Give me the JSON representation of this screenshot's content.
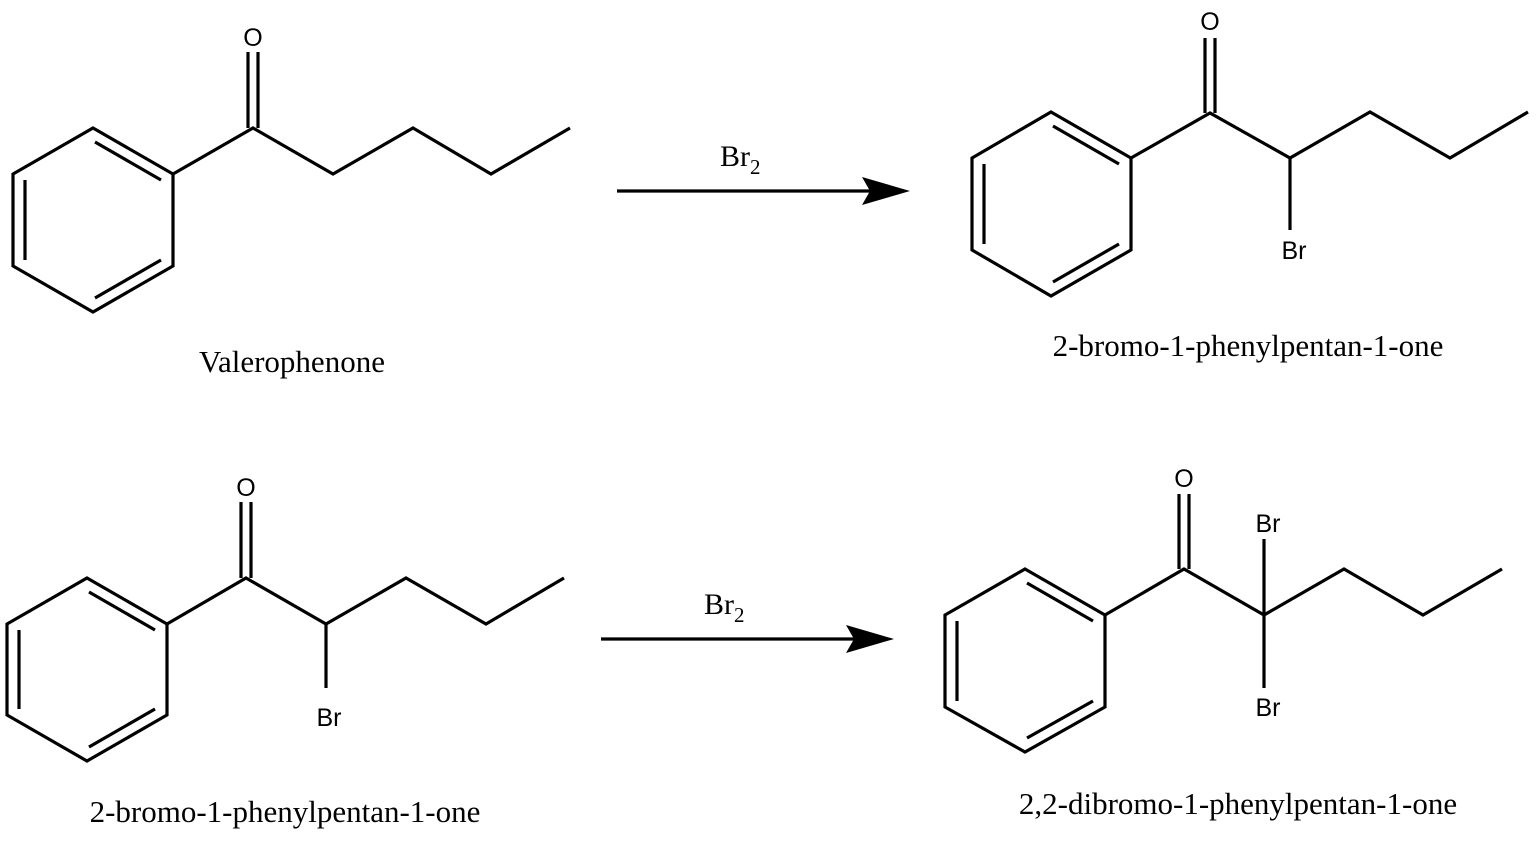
{
  "reactions": [
    {
      "reactant": {
        "name": "Valerophenone"
      },
      "reagent": {
        "symbol": "Br",
        "subscript": "2"
      },
      "product": {
        "name": "2-bromo-1-phenylpentan-1-one",
        "substituents": [
          "Br"
        ]
      }
    },
    {
      "reactant": {
        "name": "2-bromo-1-phenylpentan-1-one",
        "substituents": [
          "Br"
        ]
      },
      "reagent": {
        "symbol": "Br",
        "subscript": "2"
      },
      "product": {
        "name": "2,2-dibromo-1-phenylpentan-1-one",
        "substituents": [
          "Br",
          "Br"
        ]
      }
    }
  ],
  "atoms": {
    "oxygen": "O",
    "bromine": "Br"
  },
  "colors": {
    "ink": "#000000",
    "background": "#ffffff"
  }
}
